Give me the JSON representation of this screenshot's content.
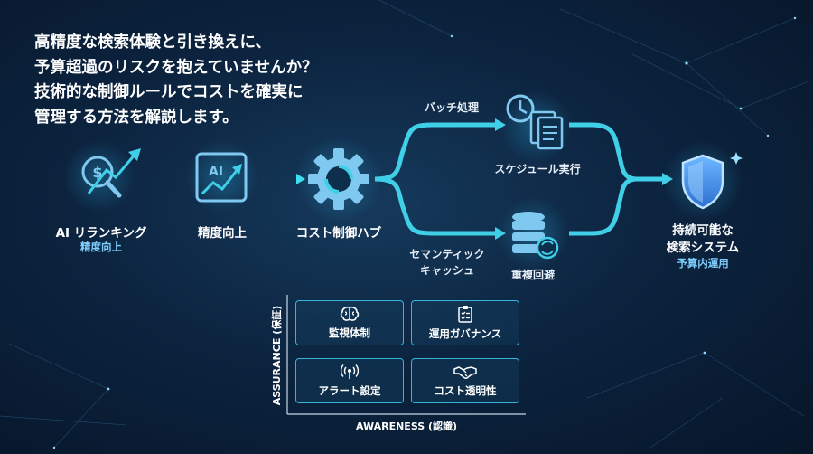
{
  "headline": [
    "高精度な検索体験と引き換えに、",
    "予算超過のリスクを抱えていませんか？",
    "技術的な制御ルールでコストを確実に",
    "管理する方法を解説します。"
  ],
  "flow": {
    "step1": {
      "label": "AI リランキング",
      "sub": "精度向上"
    },
    "step2": {
      "label": "精度向上",
      "icon_text": "AI"
    },
    "hub": {
      "label": "コスト制御ハブ"
    },
    "batch": {
      "branch_label": "バッチ処理",
      "node_label": "スケジュール実行"
    },
    "cache": {
      "branch_label_1": "セマンティック",
      "branch_label_2": "キャッシュ",
      "node_label": "重複回避"
    },
    "goal": {
      "label_1": "持続可能な",
      "label_2": "検索システム",
      "sub": "予算内運用"
    }
  },
  "matrix": {
    "y_axis": "ASSURANCE (保証)",
    "x_axis": "AWARENESS (認識)",
    "cards": [
      {
        "label": "監視体制",
        "icon": "brain-icon"
      },
      {
        "label": "運用ガバナンス",
        "icon": "clipboard-checklist-icon"
      },
      {
        "label": "アラート設定",
        "icon": "broadcast-antenna-icon"
      },
      {
        "label": "コスト透明性",
        "icon": "handshake-icon"
      }
    ]
  },
  "colors": {
    "accent": "#3fd0e8",
    "icon_blue": "#7fc8f0",
    "background": "#0c2440"
  }
}
